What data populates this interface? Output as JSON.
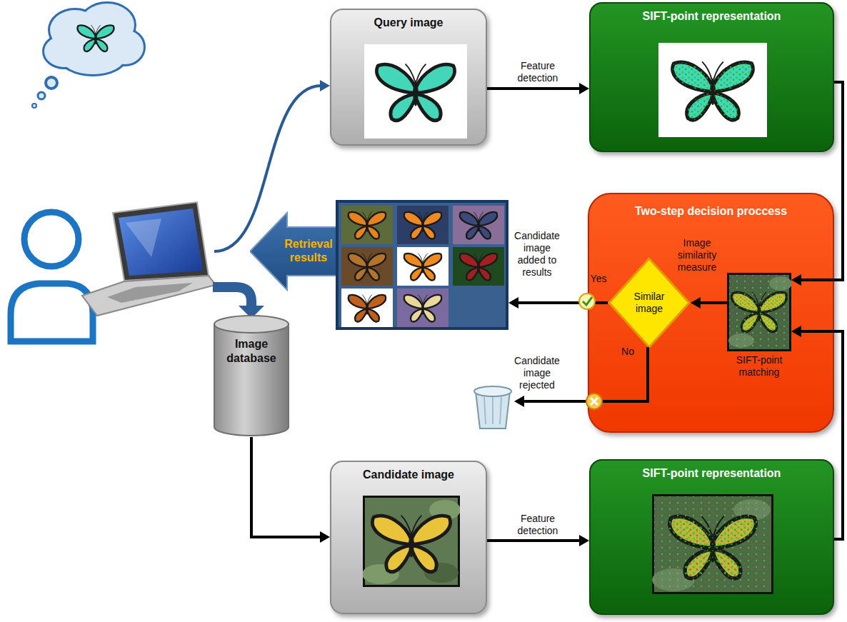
{
  "diagram": {
    "nodes": [
      {
        "text": [
          "Query image"
        ]
      },
      {
        "text": [
          "SIFT-point representation"
        ]
      },
      {
        "text": [
          "Retrieval results"
        ]
      },
      {
        "text": [
          "Two-step decision proccess"
        ]
      },
      {
        "text": [
          "Similar image"
        ],
        "in": 3
      },
      {
        "text": [
          "SIFT-point matching"
        ],
        "in": 3
      },
      {
        "text": [
          "Image database"
        ]
      },
      {
        "text": [
          "Candidate image"
        ]
      },
      {
        "text": [
          "SIFT-point representation"
        ]
      }
    ],
    "edges": [
      {
        "from": 0,
        "to": 1,
        "arrow": "to",
        "label": "Feature detection"
      },
      {
        "from": 1,
        "to": 5,
        "arrow": "to"
      },
      {
        "from": 5,
        "to": 4,
        "arrow": "to",
        "label": "Image similarity measure"
      },
      {
        "from": 4,
        "to": 2,
        "arrow": "to",
        "label": "Candidate image added to results"
      },
      {
        "from": 6,
        "to": 7,
        "arrow": "to"
      },
      {
        "from": 7,
        "to": 8,
        "arrow": "to",
        "label": "Feature detection"
      },
      {
        "from": 8,
        "to": 5,
        "arrow": "to"
      }
    ],
    "labels": [
      "Yes",
      "No",
      "Candidate image rejected"
    ]
  }
}
